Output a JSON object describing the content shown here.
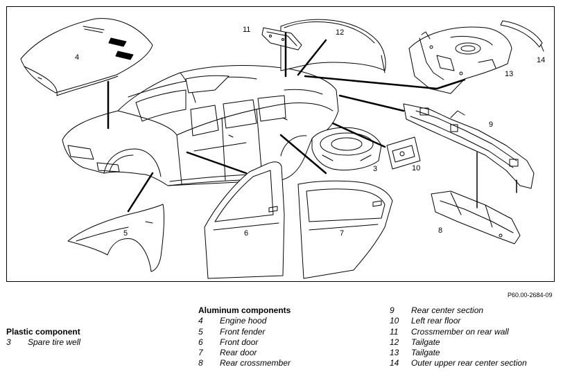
{
  "figure": {
    "reference_code": "P60.00-2684-09",
    "callouts": [
      "4",
      "11",
      "12",
      "13",
      "14",
      "9",
      "3",
      "10",
      "5",
      "6",
      "7",
      "8"
    ]
  },
  "legend": {
    "plastic": {
      "heading": "Plastic component",
      "items": [
        {
          "num": "3",
          "label": "Spare tire well"
        }
      ]
    },
    "aluminum": {
      "heading": "Aluminum components",
      "items": [
        {
          "num": "4",
          "label": "Engine hood"
        },
        {
          "num": "5",
          "label": "Front fender"
        },
        {
          "num": "6",
          "label": "Front door"
        },
        {
          "num": "7",
          "label": "Rear door"
        },
        {
          "num": "8",
          "label": "Rear crossmember"
        }
      ]
    },
    "aluminum_cont": {
      "items": [
        {
          "num": "9",
          "label": "Rear center section"
        },
        {
          "num": "10",
          "label": "Left rear floor"
        },
        {
          "num": "11",
          "label": "Crossmember on rear wall"
        },
        {
          "num": "12",
          "label": "Tailgate"
        },
        {
          "num": "13",
          "label": "Tailgate"
        },
        {
          "num": "14",
          "label": "Outer upper rear center section"
        }
      ]
    }
  }
}
